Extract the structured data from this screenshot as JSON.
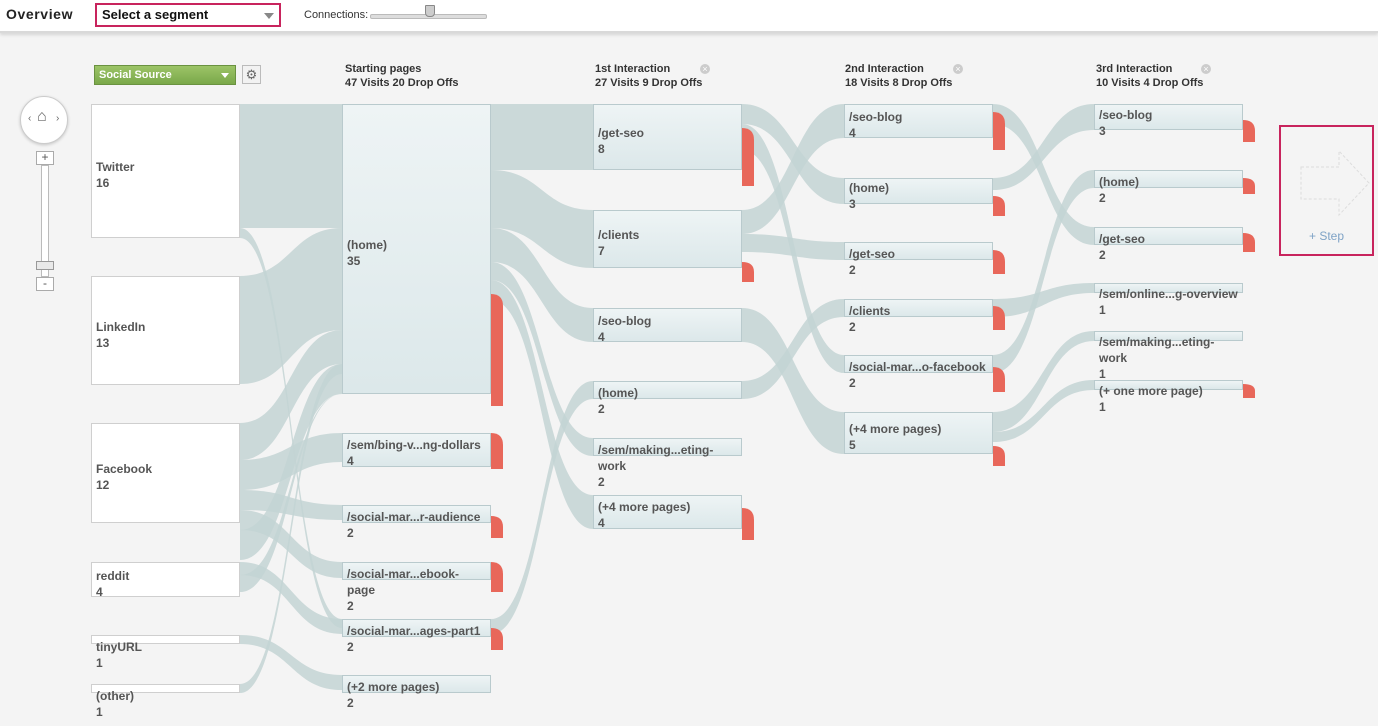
{
  "header": {
    "title": "Overview",
    "segment_select": "Select a segment",
    "connections_label": "Connections:"
  },
  "dimension_select": "Social Source",
  "add_step_label": "+ Step",
  "columns": [
    {
      "id": "c0",
      "title": "Starting pages",
      "stats": "47 Visits 20 Drop Offs",
      "closable": false
    },
    {
      "id": "c1",
      "title": "1st Interaction",
      "stats": "27 Visits 9 Drop Offs",
      "closable": true
    },
    {
      "id": "c2",
      "title": "2nd Interaction",
      "stats": "18 Visits 8 Drop Offs",
      "closable": true
    },
    {
      "id": "c3",
      "title": "3rd Interaction",
      "stats": "10 Visits 4 Drop Offs",
      "closable": true
    }
  ],
  "sources": [
    {
      "label": "Twitter",
      "value": "16"
    },
    {
      "label": "LinkedIn",
      "value": "13"
    },
    {
      "label": "Facebook",
      "value": "12"
    },
    {
      "label": "reddit",
      "value": "4"
    },
    {
      "label": "tinyURL",
      "value": "1"
    },
    {
      "label": "(other)",
      "value": "1"
    }
  ],
  "starting_pages": [
    {
      "label": "(home)",
      "value": "35"
    },
    {
      "label": "/sem/bing-v...ng-dollars",
      "value": "4"
    },
    {
      "label": "/social-mar...r-audience",
      "value": "2"
    },
    {
      "label": "/social-mar...ebook-page",
      "value": "2"
    },
    {
      "label": "/social-mar...ages-part1",
      "value": "2"
    },
    {
      "label": "(+2 more pages)",
      "value": "2"
    }
  ],
  "interaction_1": [
    {
      "label": "/get-seo",
      "value": "8"
    },
    {
      "label": "/clients",
      "value": "7"
    },
    {
      "label": "/seo-blog",
      "value": "4"
    },
    {
      "label": "(home)",
      "value": "2"
    },
    {
      "label": "/sem/making...eting-work",
      "value": "2"
    },
    {
      "label": "(+4 more pages)",
      "value": "4"
    }
  ],
  "interaction_2": [
    {
      "label": "/seo-blog",
      "value": "4"
    },
    {
      "label": "(home)",
      "value": "3"
    },
    {
      "label": "/get-seo",
      "value": "2"
    },
    {
      "label": "/clients",
      "value": "2"
    },
    {
      "label": "/social-mar...o-facebook",
      "value": "2"
    },
    {
      "label": "(+4 more pages)",
      "value": "5"
    }
  ],
  "interaction_3": [
    {
      "label": "/seo-blog",
      "value": "3"
    },
    {
      "label": "(home)",
      "value": "2"
    },
    {
      "label": "/get-seo",
      "value": "2"
    },
    {
      "label": "/sem/online...g-overview",
      "value": "1"
    },
    {
      "label": "/sem/making...eting-work",
      "value": "1"
    },
    {
      "label": "(+ one more page)",
      "value": "1"
    }
  ],
  "colors": {
    "flow": "#c3d3d4",
    "dropoff": "#e8675a",
    "accent": "#c8245d",
    "dimension": "#86b055"
  }
}
